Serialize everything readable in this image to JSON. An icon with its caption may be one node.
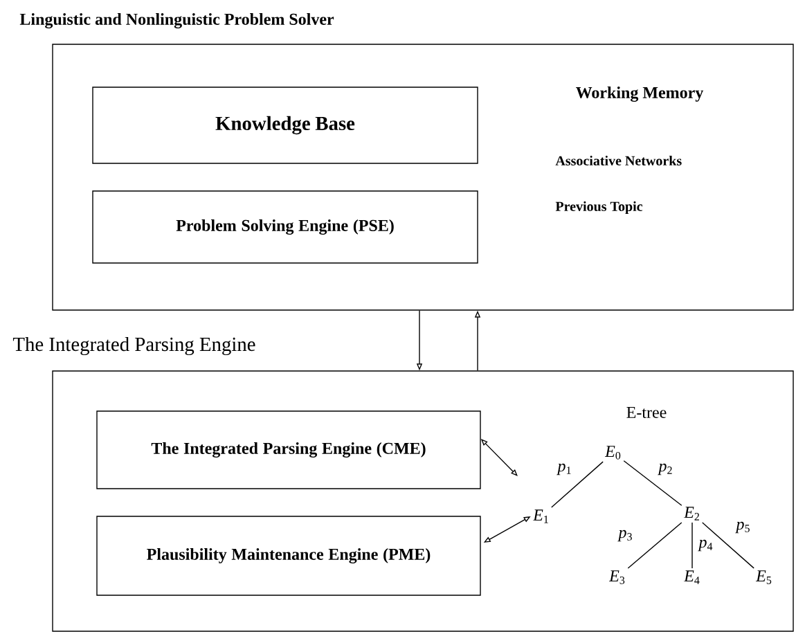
{
  "diagram": {
    "nodes": [
      {
        "text": [
          "Linguistic and Nonlinguistic Problem Solver",
          "Working Memory",
          "Associative Networks",
          "Previous Topic"
        ]
      },
      {
        "text": [
          "Knowledge Base"
        ],
        "in": 0
      },
      {
        "text": [
          "Problem Solving Engine (PSE)"
        ],
        "in": 0
      },
      {
        "text": [
          "The Integrated Parsing Engine",
          "E-tree"
        ]
      },
      {
        "text": [
          "The Integrated Parsing Engine (CME)"
        ],
        "in": 3
      },
      {
        "text": [
          "Plausibility Maintenance Engine (PME)"
        ],
        "in": 3
      },
      {
        "text": [
          "*E*$_{0}$"
        ],
        "in": 3
      },
      {
        "text": [
          "*E*$_{1}$"
        ],
        "in": 3
      },
      {
        "text": [
          "*E*$_{2}$"
        ],
        "in": 3
      },
      {
        "text": [
          "*E*$_{3}$"
        ],
        "in": 3
      },
      {
        "text": [
          "*E*$_{4}$"
        ],
        "in": 3
      },
      {
        "text": [
          "*E*$_{5}$"
        ],
        "in": 3
      }
    ],
    "edges": [
      {
        "from": 0,
        "to": 3,
        "arrow": "to"
      },
      {
        "from": 3,
        "to": 0,
        "arrow": "to"
      },
      {
        "from": 4,
        "to": null,
        "arrow": "both"
      },
      {
        "from": 7,
        "to": 5,
        "arrow": "both"
      },
      {
        "from": 6,
        "to": 7,
        "arrow": "none",
        "label": "*p*$_{1}$"
      },
      {
        "from": 6,
        "to": 8,
        "arrow": "none",
        "label": "*p*$_{2}$"
      },
      {
        "from": 8,
        "to": 9,
        "arrow": "none",
        "label": "*p*$_{3}$"
      },
      {
        "from": 8,
        "to": 10,
        "arrow": "none",
        "label": "*p*$_{4}$"
      },
      {
        "from": 8,
        "to": 11,
        "arrow": "none",
        "label": "*p*$_{5}$"
      }
    ]
  }
}
